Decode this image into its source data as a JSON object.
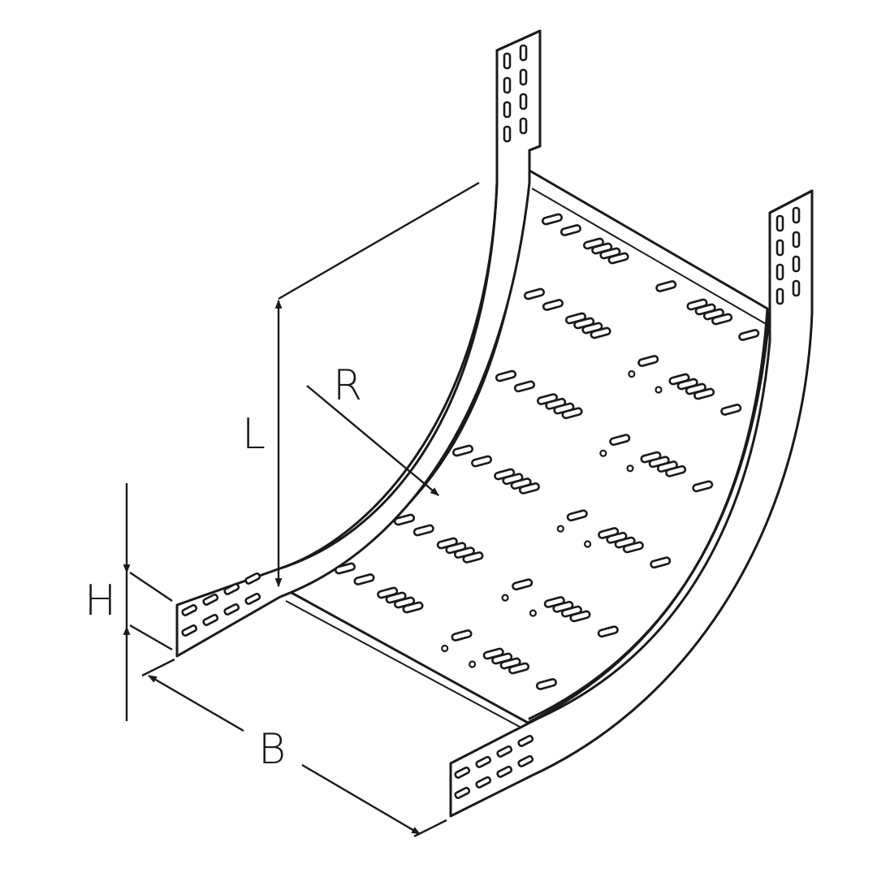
{
  "dimension_labels": {
    "height": "H",
    "width": "B",
    "length": "L",
    "radius": "R"
  },
  "colors": {
    "line": "#1a1a1a",
    "background": "#ffffff"
  }
}
